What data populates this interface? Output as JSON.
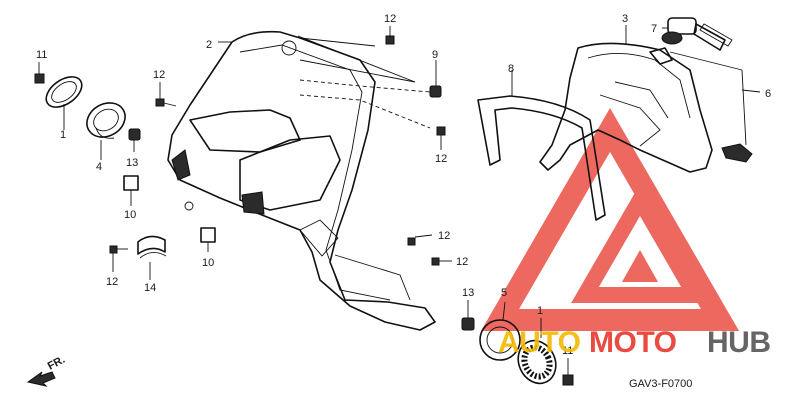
{
  "diagram": {
    "callouts": {
      "c1_top": "1",
      "c1_bottom": "1",
      "c2": "2",
      "c3": "3",
      "c4": "4",
      "c5": "5",
      "c6": "6",
      "c7": "7",
      "c8": "8",
      "c9": "9",
      "c10_upper": "10",
      "c10_lower": "10",
      "c11_left": "11",
      "c11_bottom": "11",
      "c12_top": "12",
      "c12_left": "12",
      "c12_right_mid": "12",
      "c12_bottom_left": "12",
      "c12_center_a": "12",
      "c12_center_b": "12",
      "c13_left": "13",
      "c13_bottom": "13",
      "c14": "14"
    },
    "direction_label": "FR.",
    "figure_code": "GAV3-F0700"
  },
  "watermark": {
    "text_auto": "AUTO",
    "text_moto": "MOTO",
    "text_hub": "HUB",
    "color_red": "#e8372c",
    "color_yellow": "#f5b800",
    "color_gray": "#555555"
  }
}
